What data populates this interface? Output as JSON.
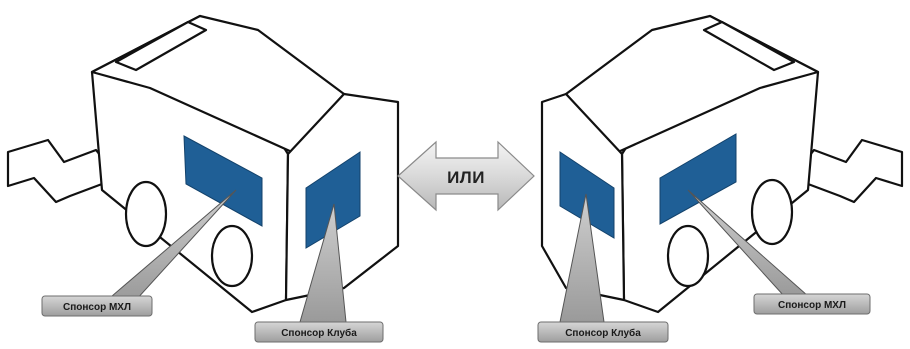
{
  "center_arrow": {
    "label": "ИЛИ"
  },
  "left_diagram": {
    "labels": {
      "side": "Спонсор МХЛ",
      "front": "Спонсор Клуба"
    }
  },
  "right_diagram": {
    "labels": {
      "front": "Спонсор Клуба",
      "side": "Спонсор МХЛ"
    }
  },
  "colors": {
    "sponsor_panel": "#1f5f96",
    "label_box": "#b3b3b3",
    "arrow_fill": "#dcdcdc",
    "outline": "#111111"
  }
}
